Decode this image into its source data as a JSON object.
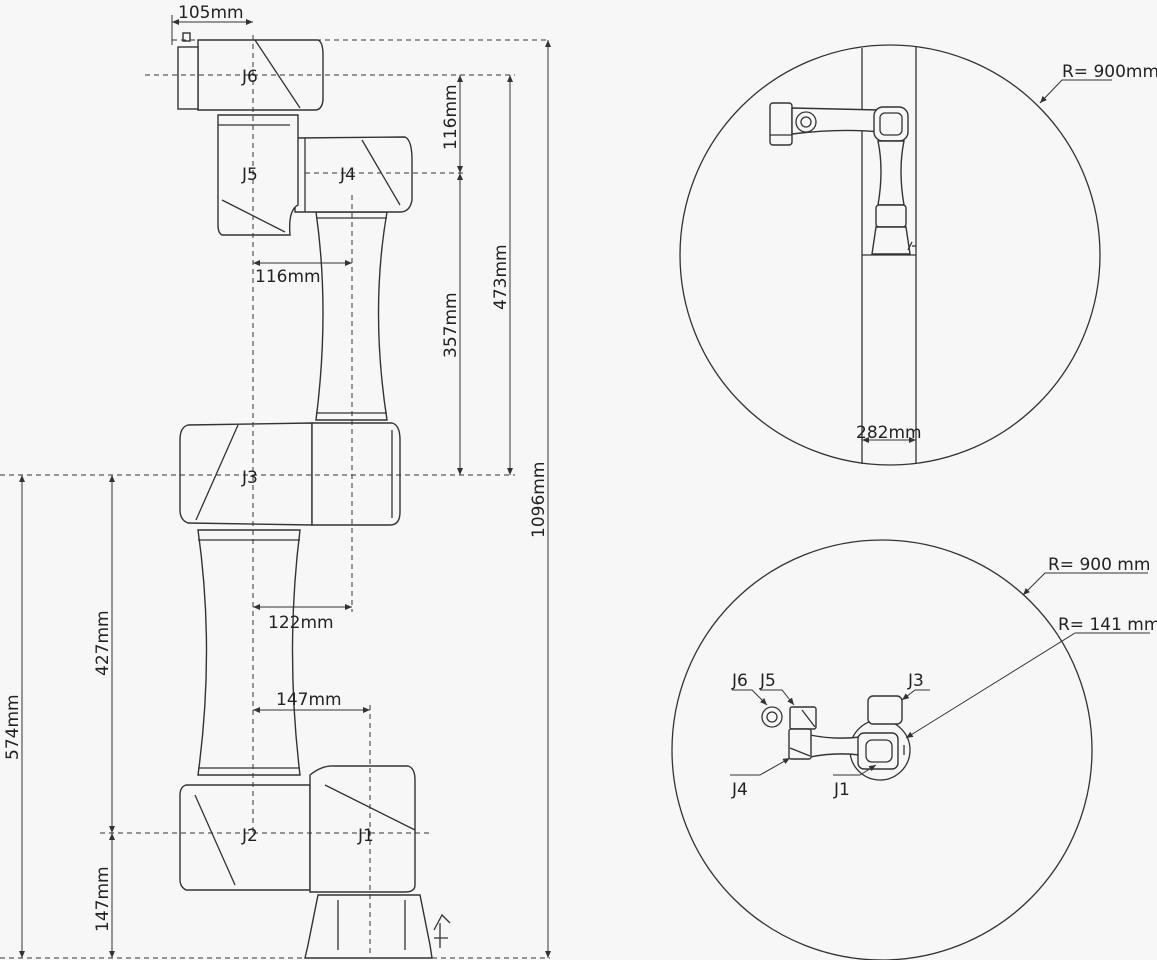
{
  "joints": {
    "j1": "J1",
    "j2": "J2",
    "j3": "J3",
    "j4": "J4",
    "j5": "J5",
    "j6": "J6"
  },
  "dimensions": {
    "d105": "105mm",
    "d116v": "116mm",
    "d116h": "116mm",
    "d357": "357mm",
    "d473": "473mm",
    "d1096": "1096mm",
    "d574": "574mm",
    "d427": "427mm",
    "d147v": "147mm",
    "d122": "122mm",
    "d147h": "147mm"
  },
  "top_view": {
    "radius": "R= 900mm",
    "width": "282mm"
  },
  "bottom_view": {
    "radius_outer": "R= 900 mm",
    "radius_inner": "R= 141 mm",
    "labels": {
      "j6": "J6",
      "j5": "J5",
      "j3": "J3",
      "j4": "J4",
      "j1": "J1"
    }
  }
}
